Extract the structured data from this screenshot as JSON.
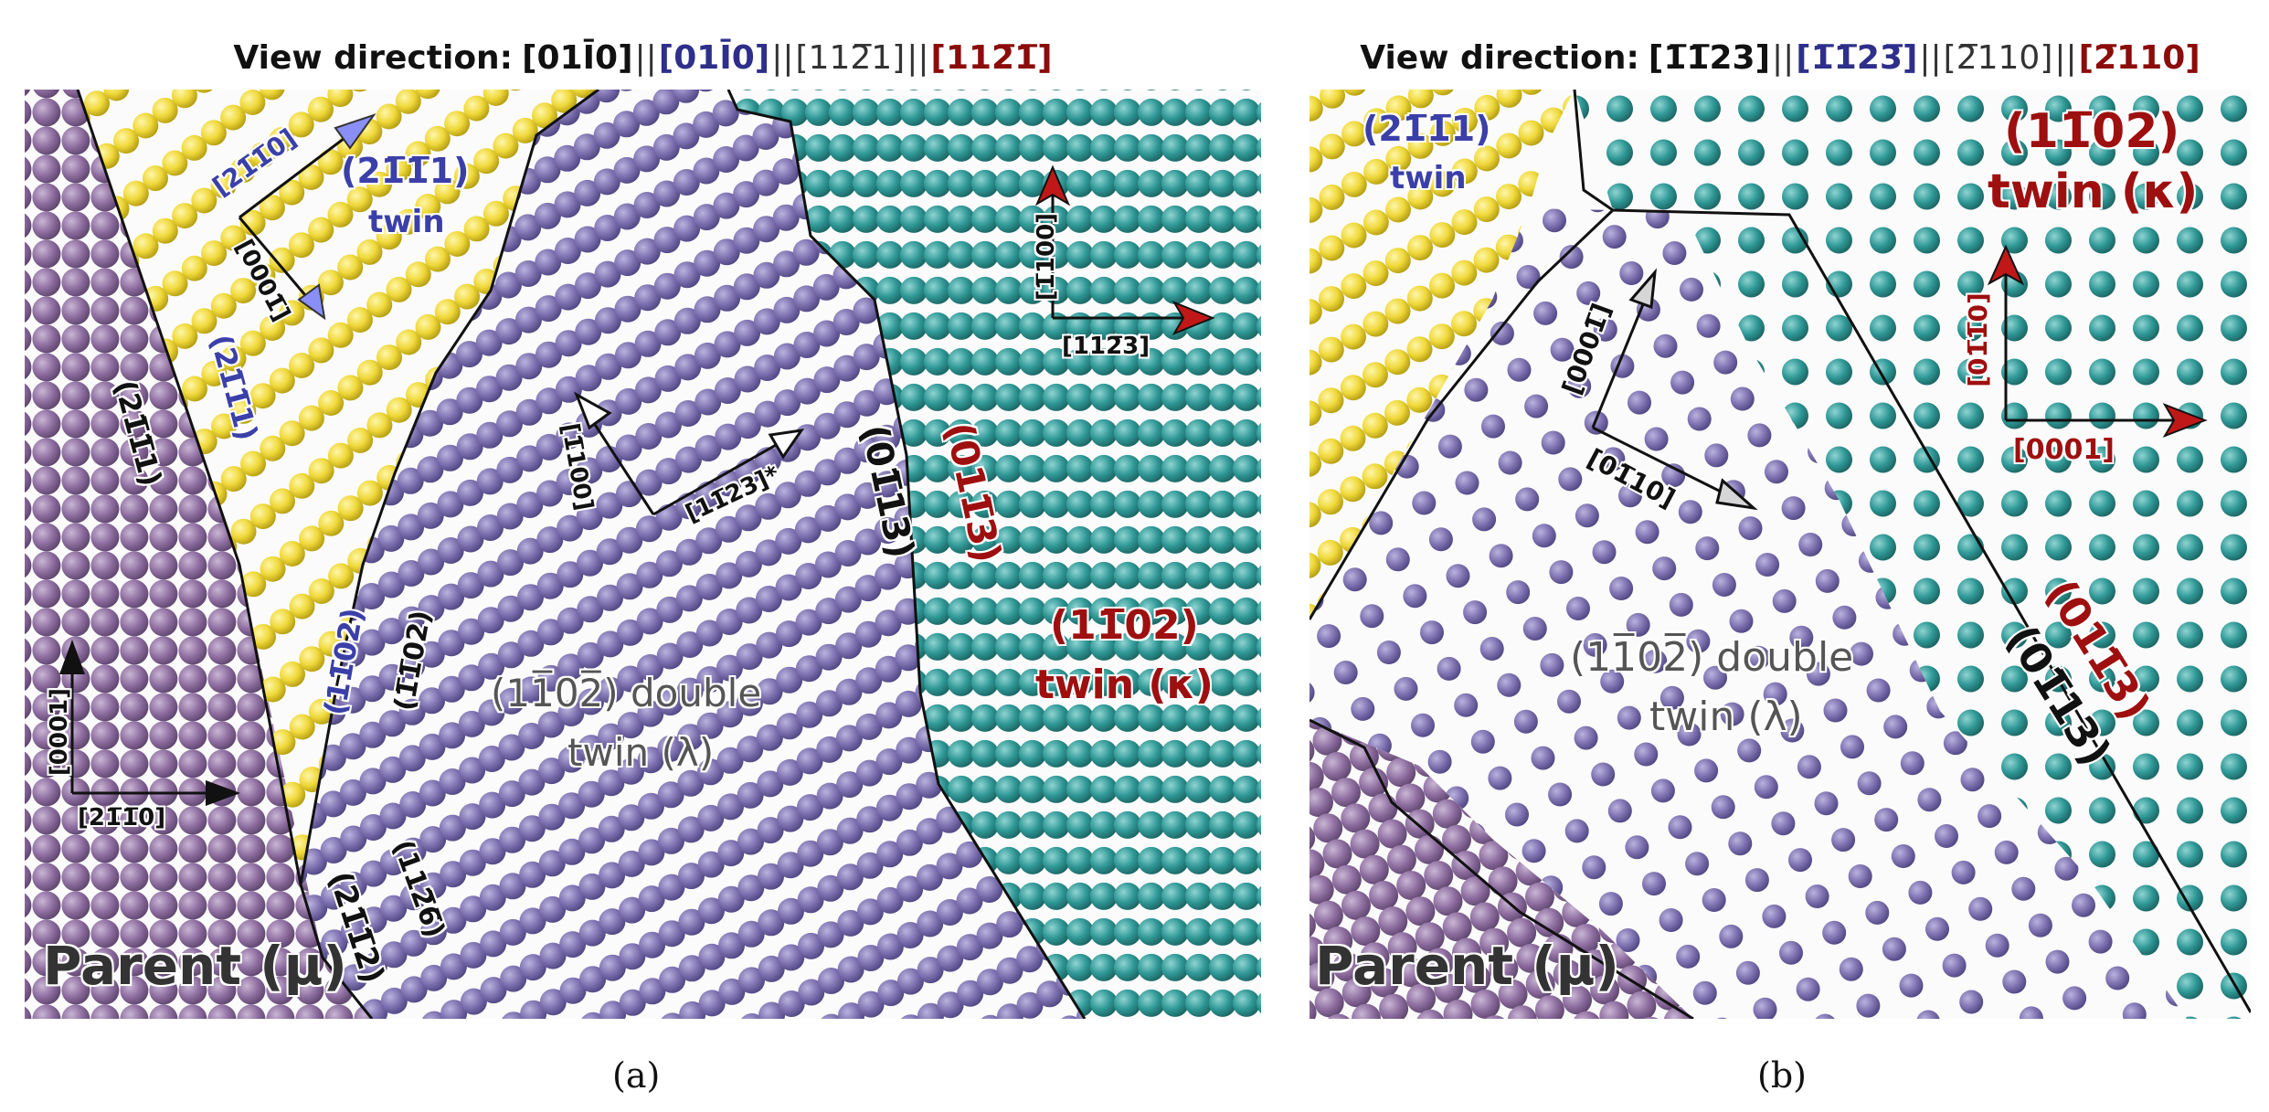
{
  "figure": {
    "panel_a": {
      "view_prefix": "View direction:",
      "view_dirs": [
        {
          "text": "[01Ī0]",
          "tone": "black"
        },
        {
          "text": "[01Ī0]",
          "tone": "blue"
        },
        {
          "text": "[112̅1]",
          "tone": "gray"
        },
        {
          "text": "[112̅1̅]",
          "tone": "red"
        }
      ],
      "sep": "||",
      "caption": "(a)",
      "labels": {
        "twin_2111_dir": "[21̅1̅0]",
        "twin_2111_plane": "(21̅1̅1)",
        "twin_2111_name": "twin",
        "twin_0001": "[0001̅]",
        "plane_2111_a": "(21̅1̅1)",
        "plane_2111_b": "(21̅1̅1)",
        "plane_1102_left": "(11̅02)",
        "plane_1102_inner": "(1̅1̅02)",
        "plane_1126": "(112̅6̅)",
        "plane_2112": "(21̅1̅2)",
        "double_dir_1": "[1̅100]",
        "double_dir_2": "[11̅23]*",
        "double_name_1": "(11̅02̅) double",
        "double_name_2": "twin (λ)",
        "plane_0113_black": "(01̅13)",
        "plane_0113_red": "(011̅3)",
        "kappa_dir_1": "[1̅100]",
        "kappa_dir_2": "[112̅3]",
        "kappa_plane": "(11̅02)",
        "kappa_name": "twin (κ)",
        "parent_dir_1": "[0001]",
        "parent_dir_2": "[21̅1̅0]",
        "parent": "Parent (μ)"
      }
    },
    "panel_b": {
      "view_prefix": "View direction:",
      "view_dirs": [
        {
          "text": "[1̅1̅23]",
          "tone": "black"
        },
        {
          "text": "[1̅1̅23̅]",
          "tone": "blue"
        },
        {
          "text": "[2̅110]",
          "tone": "gray"
        },
        {
          "text": "[2̅110]",
          "tone": "red"
        }
      ],
      "sep": "||",
      "caption": "(b)",
      "labels": {
        "twin_2111_plane": "(21̅1̅1)",
        "twin_2111_name": "twin",
        "kappa_plane": "(11̅02)",
        "kappa_name": "twin (κ)",
        "kappa_dir_1": "[01̅1̅0]",
        "kappa_dir_2": "[0001]",
        "double_dir_1": "[0001̅]",
        "double_dir_2": "[01̅10]",
        "double_name_1": "(11̅02̅) double",
        "double_name_2": "twin (λ)",
        "plane_0113_red": "(011̅3)",
        "plane_0113_black": "(01̅13)",
        "parent": "Parent (μ)"
      }
    },
    "colors": {
      "parent": "#8f6fa1",
      "double_twin": "#7e72b0",
      "kappa_twin": "#2f9896",
      "yellow_twin": "#efd83a",
      "red_label": "#9e0f0f",
      "blue_label": "#3b3fa8",
      "arrow_red": "#c01818",
      "arrow_blue": "#7e86ff",
      "arrow_gray": "#d6d6d6"
    }
  }
}
